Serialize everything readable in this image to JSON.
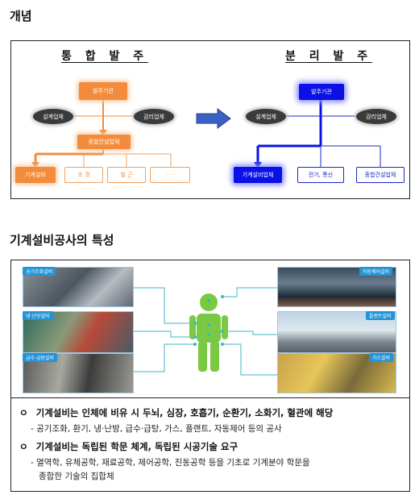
{
  "concept_title": "개념",
  "integrated": {
    "title": "통 합 발 주",
    "client": "발주기관",
    "designer": "설계업체",
    "supervisor": "감리업체",
    "general_contractor": "종합건설업체",
    "subs": [
      "기계설비",
      "조  경",
      "철  근",
      "·  ·  ·"
    ]
  },
  "separate": {
    "title": "분 리 발 주",
    "client": "발주기관",
    "designer": "설계업체",
    "supervisor": "감리업체",
    "contractors": [
      "기계설비업체",
      "전기, 통신",
      "종합건설업체"
    ]
  },
  "characteristics_title": "기계설비공사의 특성",
  "systems": {
    "left": [
      "공기조화설비",
      "냉·난방설비",
      "급수·급탕설비"
    ],
    "right": [
      "자동제어설비",
      "플랜트설비",
      "가스설비"
    ]
  },
  "points": [
    {
      "bullet": "ㅇ",
      "head": "기계설비는 인체에 비유 시 두뇌, 심장, 호흡기, 순환기, 소화기, 혈관에 해당",
      "detail": [
        "- 공기조화, 환기, 냉·난방, 급수·급탕, 가스, 플랜트, 자동제어 등의 공사"
      ]
    },
    {
      "bullet": "ㅇ",
      "head": "기계설비는 독립된 학문 체계, 독립된 시공기술 요구",
      "detail": [
        "- 열역학, 유체공학, 재료공학, 제어공학, 진동공학 등을 기초로 기계분야 학문을",
        "종합한 기술의 집합체"
      ]
    }
  ],
  "colors": {
    "orange": "#f28c3c",
    "blue": "#0a10e6",
    "tag_blue": "#2493d8",
    "figure_green": "#7ac943"
  }
}
